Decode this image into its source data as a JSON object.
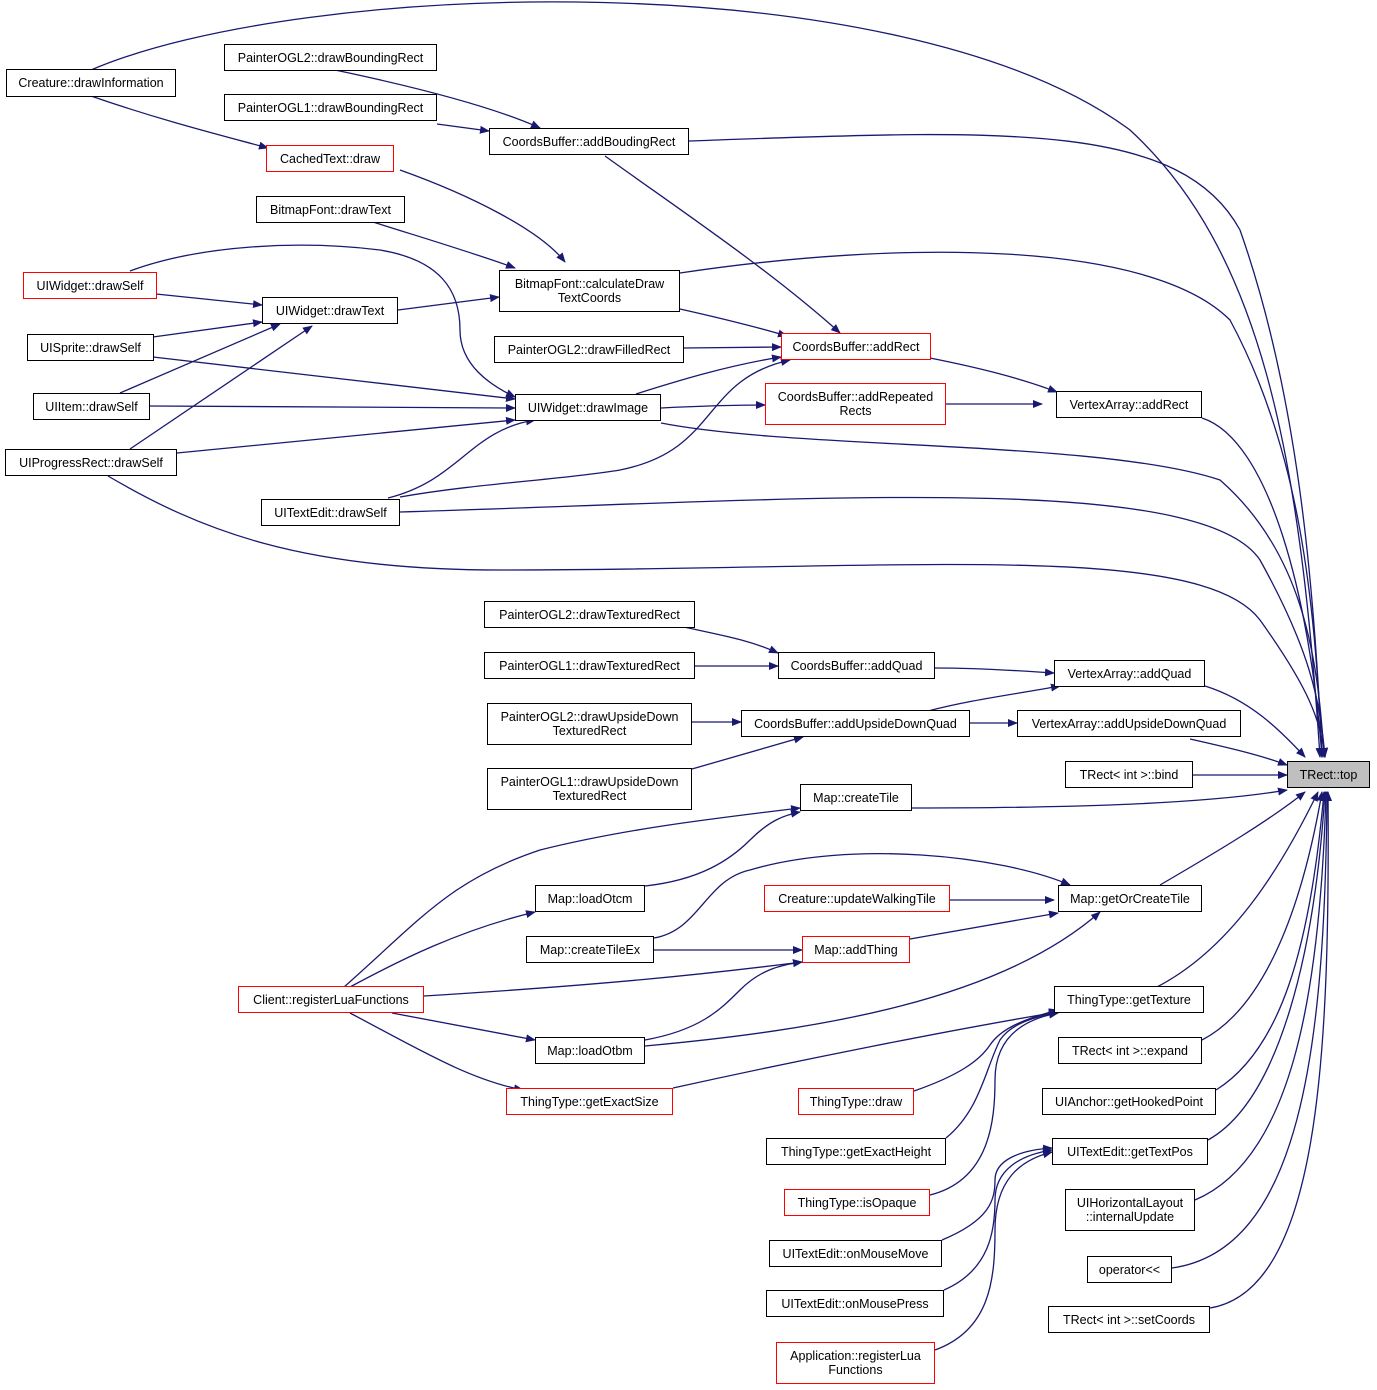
{
  "colors": {
    "edge": "#191970",
    "border_default": "#000000",
    "border_truncated": "#ff0000",
    "root_fill": "#bfbfbf"
  },
  "nodes": {
    "creature_drawinformation": {
      "lines": [
        "Creature::drawInformation"
      ]
    },
    "painterogl2_drawboundingrect": {
      "lines": [
        "PainterOGL2::drawBoundingRect"
      ]
    },
    "painterogl1_drawboundingrect": {
      "lines": [
        "PainterOGL1::drawBoundingRect"
      ]
    },
    "coordsbuffer_addboudingrect": {
      "lines": [
        "CoordsBuffer::addBoudingRect"
      ]
    },
    "cachedtext_draw": {
      "lines": [
        "CachedText::draw"
      ]
    },
    "bitmapfont_drawtext": {
      "lines": [
        "BitmapFont::drawText"
      ]
    },
    "bitmapfont_calculatedrawtextcoords": {
      "lines": [
        "BitmapFont::calculateDraw",
        "TextCoords"
      ]
    },
    "uiwidget_drawself": {
      "lines": [
        "UIWidget::drawSelf"
      ]
    },
    "uiwidget_drawtext": {
      "lines": [
        "UIWidget::drawText"
      ]
    },
    "uisprite_drawself": {
      "lines": [
        "UISprite::drawSelf"
      ]
    },
    "painterogl2_drawfilledrect": {
      "lines": [
        "PainterOGL2::drawFilledRect"
      ]
    },
    "coordsbuffer_addrect": {
      "lines": [
        "CoordsBuffer::addRect"
      ]
    },
    "uiitem_drawself": {
      "lines": [
        "UIItem::drawSelf"
      ]
    },
    "uiwidget_drawimage": {
      "lines": [
        "UIWidget::drawImage"
      ]
    },
    "coordsbuffer_addrepeatedrects": {
      "lines": [
        "CoordsBuffer::addRepeated",
        "Rects"
      ]
    },
    "vertexarray_addrect": {
      "lines": [
        "VertexArray::addRect"
      ]
    },
    "uiprogressrect_drawself": {
      "lines": [
        "UIProgressRect::drawSelf"
      ]
    },
    "uitextedit_drawself": {
      "lines": [
        "UITextEdit::drawSelf"
      ]
    },
    "painterogl2_drawtexturedrect": {
      "lines": [
        "PainterOGL2::drawTexturedRect"
      ]
    },
    "coordsbuffer_addquad": {
      "lines": [
        "CoordsBuffer::addQuad"
      ]
    },
    "painterogl1_drawtexturedrect": {
      "lines": [
        "PainterOGL1::drawTexturedRect"
      ]
    },
    "vertexarray_addquad": {
      "lines": [
        "VertexArray::addQuad"
      ]
    },
    "painterogl2_drawupsidedowntexturedrect": {
      "lines": [
        "PainterOGL2::drawUpsideDown",
        "TexturedRect"
      ]
    },
    "coordsbuffer_addupsidedownquad": {
      "lines": [
        "CoordsBuffer::addUpsideDownQuad"
      ]
    },
    "vertexarray_addupsidedownquad": {
      "lines": [
        "VertexArray::addUpsideDownQuad"
      ]
    },
    "painterogl1_drawupsidedowntexturedrect": {
      "lines": [
        "PainterOGL1::drawUpsideDown",
        "TexturedRect"
      ]
    },
    "trect_bind": {
      "lines": [
        "TRect< int >::bind"
      ]
    },
    "trect_top": {
      "lines": [
        "TRect::top"
      ]
    },
    "map_createtile": {
      "lines": [
        "Map::createTile"
      ]
    },
    "map_loadotcm": {
      "lines": [
        "Map::loadOtcm"
      ]
    },
    "creature_updatewalkingtile": {
      "lines": [
        "Creature::updateWalkingTile"
      ]
    },
    "map_getorcreatetile": {
      "lines": [
        "Map::getOrCreateTile"
      ]
    },
    "map_createtileex": {
      "lines": [
        "Map::createTileEx"
      ]
    },
    "map_addthing": {
      "lines": [
        "Map::addThing"
      ]
    },
    "client_registerluafunctions": {
      "lines": [
        "Client::registerLuaFunctions"
      ]
    },
    "thingtype_gettexture": {
      "lines": [
        "ThingType::getTexture"
      ]
    },
    "map_loadotbm": {
      "lines": [
        "Map::loadOtbm"
      ]
    },
    "trect_expand": {
      "lines": [
        "TRect< int >::expand"
      ]
    },
    "thingtype_getexactsize": {
      "lines": [
        "ThingType::getExactSize"
      ]
    },
    "thingtype_draw": {
      "lines": [
        "ThingType::draw"
      ]
    },
    "uianchor_gethookedpoint": {
      "lines": [
        "UIAnchor::getHookedPoint"
      ]
    },
    "thingtype_getexactheight": {
      "lines": [
        "ThingType::getExactHeight"
      ]
    },
    "uitextedit_gettextpos": {
      "lines": [
        "UITextEdit::getTextPos"
      ]
    },
    "thingtype_isopaque": {
      "lines": [
        "ThingType::isOpaque"
      ]
    },
    "uihorizontallayout_internalupdate": {
      "lines": [
        "UIHorizontalLayout",
        "::internalUpdate"
      ]
    },
    "uitextedit_onmousemove": {
      "lines": [
        "UITextEdit::onMouseMove"
      ]
    },
    "operator_lshift": {
      "lines": [
        "operator<<"
      ]
    },
    "uitextedit_onmousepress": {
      "lines": [
        "UITextEdit::onMousePress"
      ]
    },
    "trect_setcoords": {
      "lines": [
        "TRect< int >::setCoords"
      ]
    },
    "application_registerluafunctions": {
      "lines": [
        "Application::registerLua",
        "Functions"
      ]
    }
  }
}
